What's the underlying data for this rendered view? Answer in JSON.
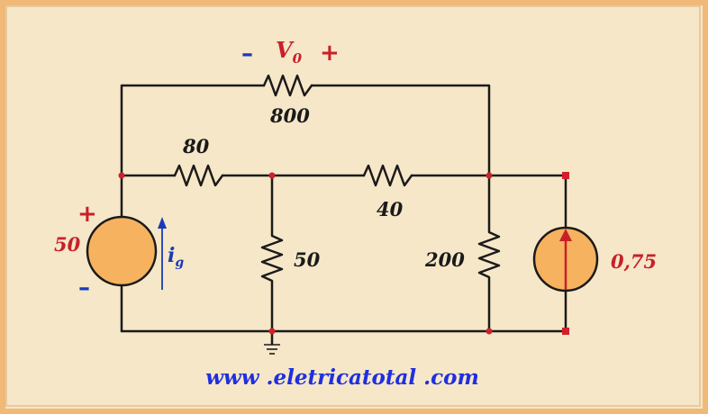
{
  "circuit": {
    "voltage_label": "V",
    "voltage_subscript": "0",
    "voltage_minus": "–",
    "voltage_plus": "+",
    "r_top": "800",
    "r_left": "80",
    "r_mid": "40",
    "r_center_vertical": "50",
    "r_right_vertical": "200",
    "source_voltage": "50",
    "source_plus": "+",
    "source_minus": "–",
    "current_label": "i",
    "current_subscript": "g",
    "source_current": "0,75",
    "website": "www .eletricatotal .com"
  },
  "colors": {
    "wire": "#1a1a1a",
    "node": "#d0202a",
    "source_fill": "#f6b25f",
    "value_text": "#c8202a",
    "current_text": "#1a3ab8",
    "url_text": "#1f2fe0"
  }
}
